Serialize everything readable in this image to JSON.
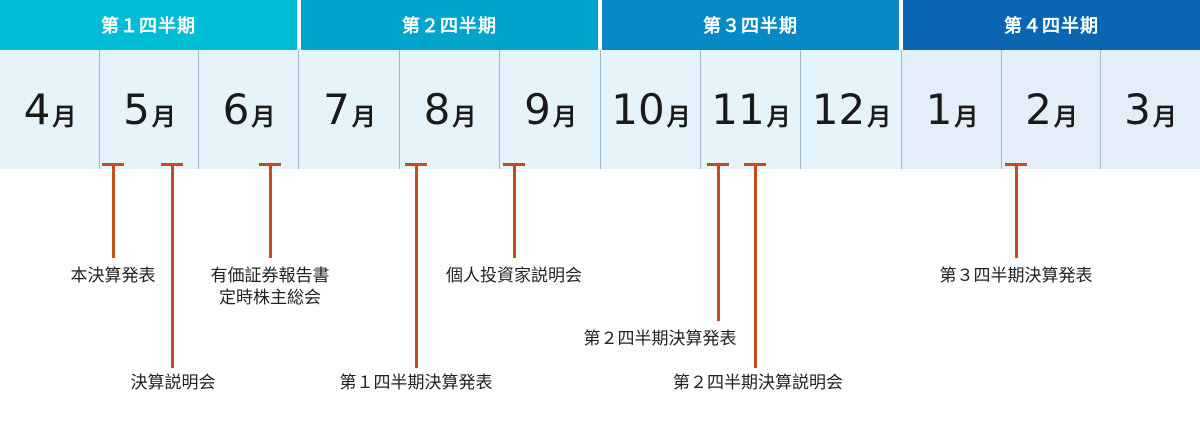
{
  "quarters": [
    {
      "label": "第１四半期",
      "color": "#00bcd4"
    },
    {
      "label": "第２四半期",
      "color": "#00a3c9"
    },
    {
      "label": "第３四半期",
      "color": "#0689c6"
    },
    {
      "label": "第４四半期",
      "color": "#0a66b2"
    }
  ],
  "month_unit": "月",
  "months": [
    {
      "num": "4"
    },
    {
      "num": "5"
    },
    {
      "num": "6"
    },
    {
      "num": "7"
    },
    {
      "num": "8"
    },
    {
      "num": "9"
    },
    {
      "num": "10"
    },
    {
      "num": "11"
    },
    {
      "num": "12"
    },
    {
      "num": "1"
    },
    {
      "num": "2"
    },
    {
      "num": "3"
    }
  ],
  "events": [
    {
      "label": "本決算発表"
    },
    {
      "label": "決算説明会"
    },
    {
      "label": "有価証券報告書\n定時株主総会"
    },
    {
      "label": "第１四半期決算発表"
    },
    {
      "label": "個人投資家説明会"
    },
    {
      "label": "第２四半期決算発表"
    },
    {
      "label": "第２四半期決算説明会"
    },
    {
      "label": "第３四半期決算発表"
    }
  ],
  "colors": {
    "month_bg_light": "#e4f4fa",
    "month_bg_q4": "#e3eef8",
    "event_line": "#c44d1e"
  }
}
